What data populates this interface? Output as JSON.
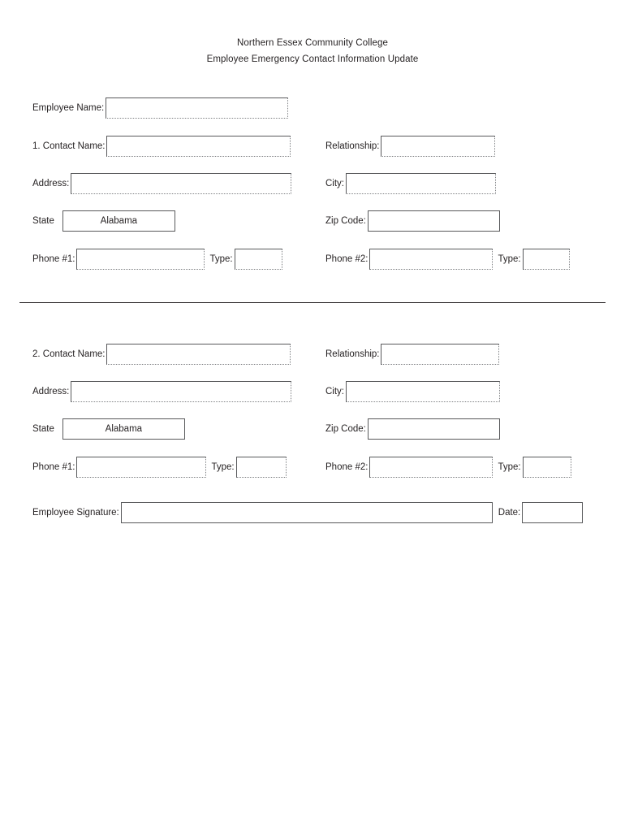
{
  "document": {
    "header": {
      "line1": "Northern Essex Community College",
      "line2": "Employee Emergency Contact Information Update"
    }
  },
  "employee": {
    "name_label": "Employee Name:",
    "name_value": ""
  },
  "contact1": {
    "name_label": "1. Contact Name:",
    "name_value": "",
    "relationship_label": "Relationship:",
    "relationship_value": "",
    "address_label": "Address:",
    "address_value": "",
    "city_label": "City:",
    "city_value": "",
    "state_label": "State",
    "state_value": "Alabama",
    "zip_label": "Zip Code:",
    "zip_value": "",
    "phone1_label": "Phone #1:",
    "phone1_value": "",
    "phone1_type_label": "Type:",
    "phone1_type_value": "",
    "phone2_label": "Phone #2:",
    "phone2_value": "",
    "phone2_type_label": "Type:",
    "phone2_type_value": ""
  },
  "contact2": {
    "name_label": "2. Contact Name:",
    "name_value": "",
    "relationship_label": "Relationship:",
    "relationship_value": "",
    "address_label": "Address:",
    "address_value": "",
    "city_label": "City:",
    "city_value": "",
    "state_label": "State",
    "state_value": "Alabama",
    "zip_label": "Zip Code:",
    "zip_value": "",
    "phone1_label": "Phone #1:",
    "phone1_value": "",
    "phone1_type_label": "Type:",
    "phone1_type_value": "",
    "phone2_label": "Phone #2:",
    "phone2_value": "",
    "phone2_type_label": "Type:",
    "phone2_type_value": ""
  },
  "signature": {
    "label": "Employee Signature:",
    "value": "",
    "date_label": "Date:",
    "date_value": ""
  },
  "colors": {
    "text": "#231f20",
    "border_dark": "#58595b",
    "border_dotted": "#808285",
    "background": "#ffffff"
  }
}
